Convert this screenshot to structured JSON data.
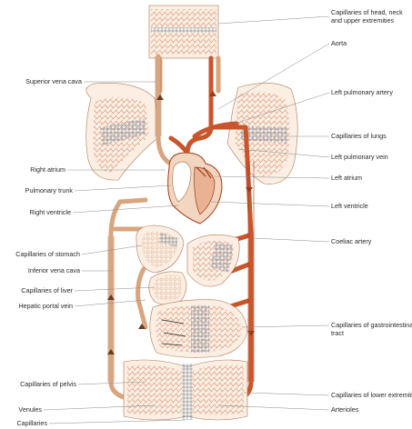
{
  "colors": {
    "vein": "#d9a57f",
    "vein_dark": "#b07a55",
    "artery": "#c8552c",
    "artery_dark": "#9a3a18",
    "cap_blue": "#4a6b8f",
    "cap_red": "#c75a3a",
    "organ_fill": "#f3d6bf",
    "leader": "#8a8a8a"
  },
  "labels_left": {
    "superior_vena_cava": "Superior vena cava",
    "right_atrium": "Right atrium",
    "pulmonary_trunk": "Pulmonary  trunk",
    "right_ventricle": "Right ventricle",
    "capillaries_of_stomach": "Capillaries of stomach",
    "inferior_vena_cava": "Inferior vena cava",
    "capillaries_of_liver": "Capillaries of liver",
    "hepatic_portal_vein": "Hepatic portal vein",
    "capillaries_of_pelvis": "Capillaries of pelvis",
    "venules": "Venules",
    "capillaries": "Capillaries"
  },
  "labels_right": {
    "capillaries_head_line1": "Capillaries of head, neck",
    "capillaries_head_line2": "and upper extremities",
    "aorta": "Aorta",
    "left_pulmonary_artery": "Left pulmonary artery",
    "capillaries_of_lungs": "Capillaries of lungs",
    "left_pulmonary_vein": "Left pulmonary vein",
    "left_atrium": "Left atrium",
    "left_ventricle": "Left ventricle",
    "coeliac_artery": "Coeliac artery",
    "capillaries_gi_line1": "Capillaries of gastrointestinal",
    "capillaries_gi_line2": "tract",
    "capillaries_lower_extremities": "Capillaries of lower extremities",
    "arterioles": "Arterioles"
  }
}
